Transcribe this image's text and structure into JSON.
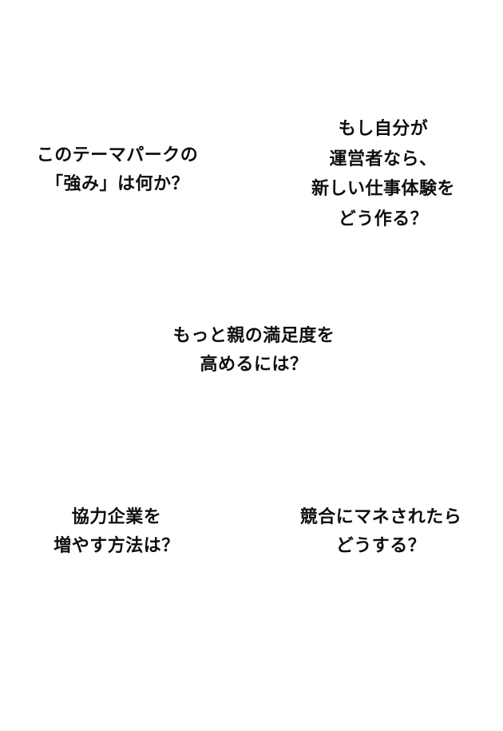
{
  "canvas": {
    "background": "#ffffff",
    "text_color": "#0f0f0f"
  },
  "questions": [
    {
      "name": "park-strength-question",
      "lines": [
        "このテーマパークの",
        "「強み」は何か？"
      ]
    },
    {
      "name": "operator-new-experience-question",
      "lines": [
        "もし自分が",
        "運営者なら、",
        "新しい仕事体験を",
        "どう作る？"
      ]
    },
    {
      "name": "parent-satisfaction-question",
      "lines": [
        "もっと親の満足度を",
        "高めるには？"
      ]
    },
    {
      "name": "partner-companies-question",
      "lines": [
        "協力企業を",
        "増やす方法は？"
      ]
    },
    {
      "name": "competitor-imitation-question",
      "lines": [
        "競合にマネされたら",
        "どうする？"
      ]
    }
  ]
}
